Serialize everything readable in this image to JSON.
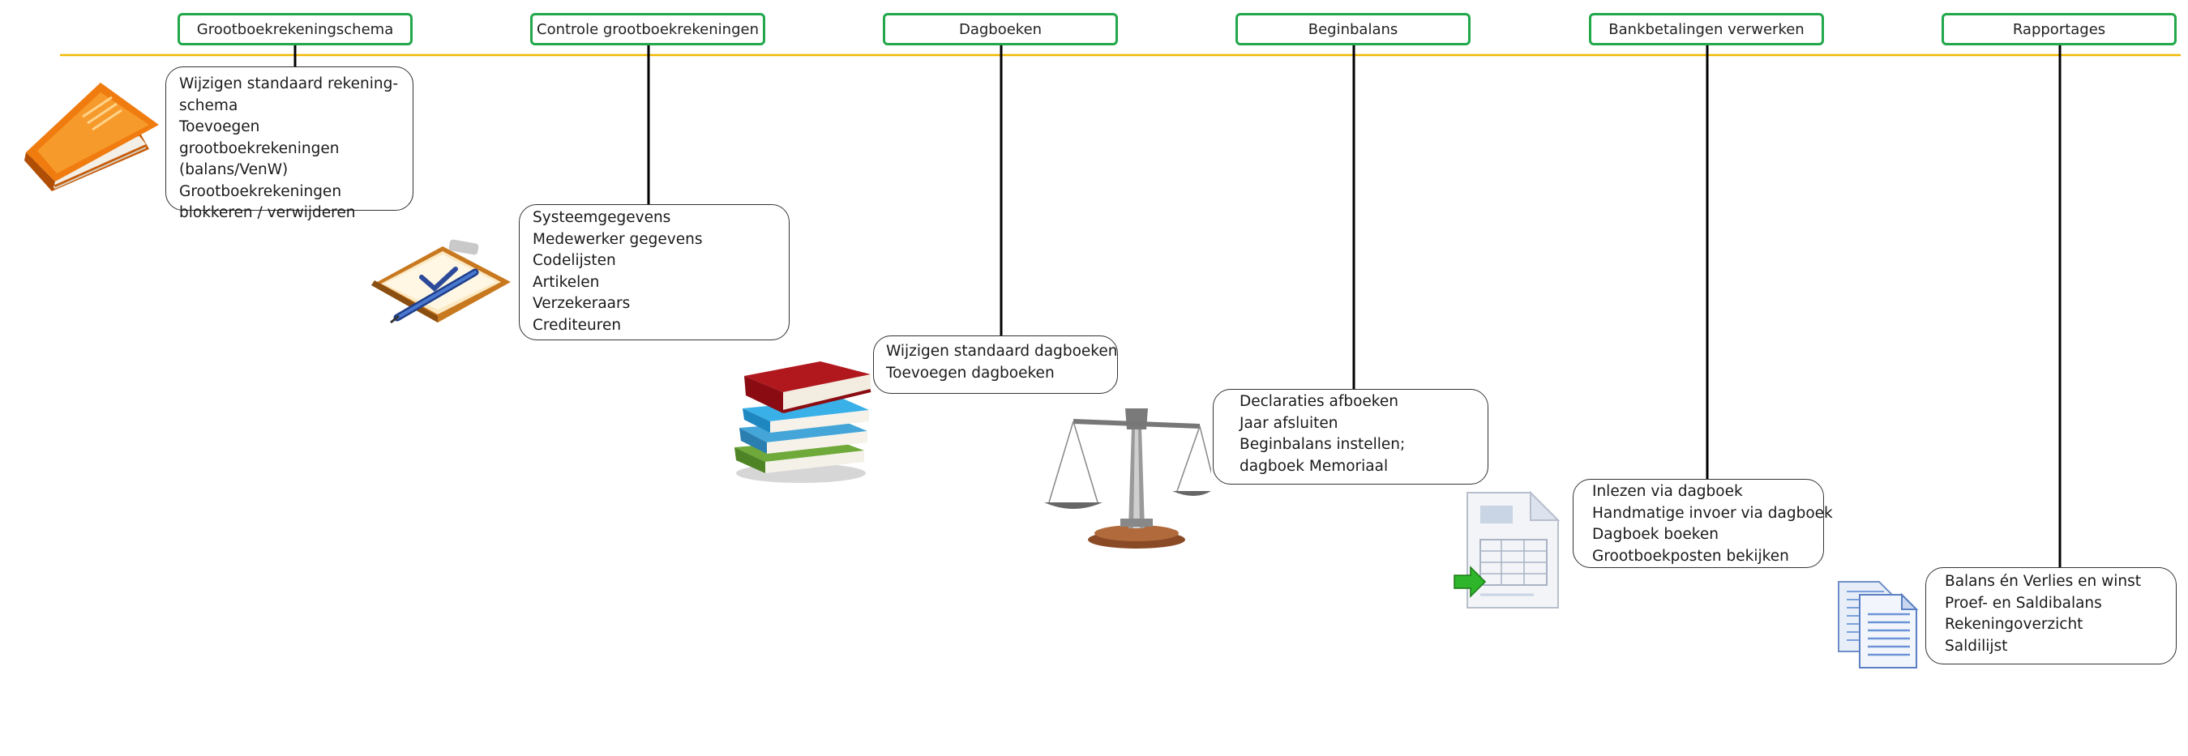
{
  "colors": {
    "timeline": "#f2b800",
    "box_border": "#22a84a",
    "connector": "#000000"
  },
  "phases": [
    {
      "title": "Grootboekrekeningschema",
      "icon": "orange-book-icon",
      "items": [
        "Wijzigen standaard rekening-schema",
        "Toevoegen grootboekrekeningen (balans/VenW)",
        "Grootboekrekeningen blokkeren / verwijderen"
      ]
    },
    {
      "title": "Controle grootboekrekeningen",
      "icon": "clipboard-checklist-icon",
      "items": [
        "Systeemgegevens",
        "Medewerker gegevens",
        "Codelijsten",
        "Artikelen",
        "Verzekeraars",
        "Crediteuren"
      ]
    },
    {
      "title": "Dagboeken",
      "icon": "book-stack-icon",
      "items": [
        "Wijzigen standaard dagboeken",
        "Toevoegen dagboeken"
      ]
    },
    {
      "title": "Beginbalans",
      "icon": "balance-scale-icon",
      "items": [
        "Declaraties afboeken",
        "Jaar afsluiten",
        "Beginbalans instellen;",
        "dagboek Memoriaal"
      ]
    },
    {
      "title": "Bankbetalingen verwerken",
      "icon": "import-document-icon",
      "items": [
        "Inlezen via dagboek",
        "Handmatige invoer via dagboek",
        "Dagboek boeken",
        "Grootboekposten bekijken"
      ]
    },
    {
      "title": "Rapportages",
      "icon": "documents-icon",
      "items": [
        "Balans én Verlies en winst",
        "Proef- en Saldibalans",
        "Rekeningoverzicht",
        "Saldilijst"
      ]
    }
  ]
}
